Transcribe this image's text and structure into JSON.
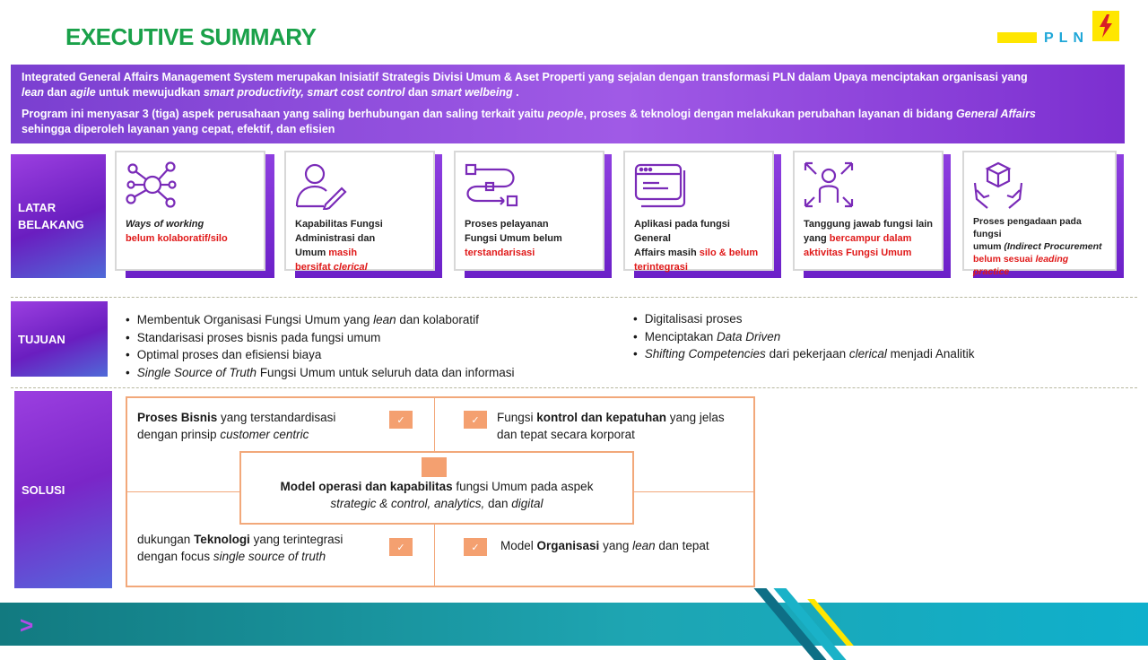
{
  "title": "EXECUTIVE SUMMARY",
  "logo": {
    "text": "PLN"
  },
  "banner": {
    "p1_a": "Integrated General Affairs Management System merupakan Inisiatif Strategis Divisi Umum & Aset Properti yang sejalan dengan transformasi PLN dalam Upaya menciptakan organisasi yang",
    "p1_lean": "lean",
    "p1_b": " dan ",
    "p1_agile": "agile",
    "p1_c": " untuk mewujudkan ",
    "p1_sp": "smart productivity, smart cost control",
    "p1_d": " dan ",
    "p1_sw": "smart welbeing",
    "p1_e": " .",
    "p2_a": "Program ini menyasar 3 (tiga) aspek perusahaan yang saling berhubungan dan saling terkait yaitu ",
    "p2_people": "people",
    "p2_b": ", proses & teknologi dengan melakukan perubahan layanan di bidang ",
    "p2_ga": "General Affairs",
    "p2_c": "sehingga diperoleh layanan yang cepat, efektif, dan efisien"
  },
  "latar": {
    "label_1": "LATAR",
    "label_2": "BELAKANG",
    "cards": [
      {
        "icon": "network-icon",
        "line1": "Ways of working",
        "red1": "belum kolaboratif/silo"
      },
      {
        "icon": "user-edit-icon",
        "line1": "Kapabilitas Fungsi",
        "line2": "Administrasi dan",
        "line3": "Umum ",
        "red1": "masih",
        "red2": "bersifat ",
        "red2i": "clerical"
      },
      {
        "icon": "process-flow-icon",
        "line1": "Proses pelayanan",
        "line2": "Fungsi Umum belum",
        "red1": "terstandarisasi"
      },
      {
        "icon": "browser-windows-icon",
        "line1": "Aplikasi pada fungsi General",
        "line2": "Affairs masih ",
        "red1": "silo & belum",
        "red2": "terintegrasi"
      },
      {
        "icon": "people-arrows-icon",
        "line1": "Tanggung jawab fungsi lain",
        "line2": "yang ",
        "red1": "bercampur dalam",
        "red2": "aktivitas Fungsi Umum"
      },
      {
        "icon": "hands-box-icon",
        "line1": "Proses pengadaan pada fungsi",
        "line2": "umum ",
        "line2i": "(Indirect Procurement",
        "red1": "belum sesuai ",
        "red1i": "leading practice"
      }
    ]
  },
  "tujuan": {
    "label": "TUJUAN",
    "left": [
      {
        "a": "Membentuk  Organisasi Fungsi Umum yang ",
        "i": "lean",
        "b": " dan kolaboratif"
      },
      {
        "a": "Standarisasi proses bisnis pada fungsi umum",
        "i": "",
        "b": ""
      },
      {
        "a": "Optimal proses dan efisiensi biaya",
        "i": "",
        "b": ""
      },
      {
        "a": "",
        "i": "Single Source of Truth",
        "b": " Fungsi Umum  untuk seluruh data dan informasi"
      }
    ],
    "right": [
      {
        "a": "Digitalisasi proses",
        "i": "",
        "b": ""
      },
      {
        "a": "Menciptakan ",
        "i": "Data Driven",
        "b": ""
      },
      {
        "a": "",
        "i": "Shifting Competencies",
        "b": " dari pekerjaan ",
        "i2": "clerical",
        "c": " menjadi Analitik"
      }
    ]
  },
  "solusi": {
    "label": "SOLUSI",
    "check": "✓",
    "tl_b": "Proses Bisnis",
    "tl_a": " yang terstandardisasi",
    "tl_c": "dengan prinsip ",
    "tl_i": "customer centric",
    "tr_a": "Fungsi ",
    "tr_b": "kontrol dan kepatuhan",
    "tr_c": " yang jelas",
    "tr_d": "dan tepat secara korporat",
    "c_b": "Model operasi dan kapabilitas",
    "c_a": " fungsi Umum pada aspek",
    "c_i": "strategic & control, analytics,",
    "c_c": " dan ",
    "c_i2": "digital",
    "bl_a": "dukungan ",
    "bl_b": "Teknologi",
    "bl_c": " yang terintegrasi",
    "bl_d": "dengan focus ",
    "bl_i": "single source of truth",
    "br_a": "Model ",
    "br_b": "Organisasi",
    "br_c": " yang ",
    "br_i": "lean",
    "br_d": " dan tepat"
  },
  "footer": {
    "arrow": ">"
  },
  "colors": {
    "title": "#1aa14a",
    "purple": "#7a3fd0",
    "red": "#e01919",
    "orange": "#f4a070",
    "teal": "#1ea5b2"
  }
}
